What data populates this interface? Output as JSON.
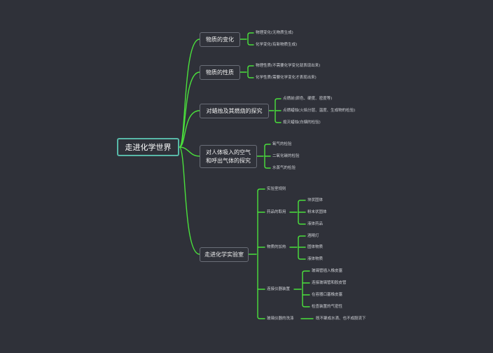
{
  "root": {
    "label": "走进化学世界"
  },
  "branches": [
    {
      "label": "物质的变化",
      "children": [
        "物理变化(无物质生成)",
        "化学变化(有新物质生成)"
      ]
    },
    {
      "label": "物质的性质",
      "children": [
        "物理性质(不需要化学变化就表现出来)",
        "化学性质(需要化学变化才表现出来)"
      ]
    },
    {
      "label": "对蜡烛及其燃烧的探究",
      "children": [
        "点燃前(颜色、硬度、密度等)",
        "点燃蜡烛(火焰分层、温度、生成物的检验)",
        "熄灭蜡烛(白烟的检验)"
      ]
    },
    {
      "label": "对人体吸入的空气\n和呼出气体的探究",
      "children": [
        "氧气的检验",
        "二氧化碳的检验",
        "水蒸气的检验"
      ]
    },
    {
      "label": "走进化学实验室",
      "groups": [
        {
          "label": "实验室规则",
          "children": []
        },
        {
          "label": "药品的取用",
          "children": [
            "块状固体",
            "粉末状固体",
            "液体药品"
          ]
        },
        {
          "label": "物质的加热",
          "children": [
            "酒精灯",
            "固体物质",
            "液体物质"
          ]
        },
        {
          "label": "连接仪器装置",
          "children": [
            "玻璃管插入橡皮塞",
            "连接玻璃管和胶皮管",
            "在容器口塞橡皮塞",
            "检查装置的气密性"
          ]
        },
        {
          "label": "玻璃仪器的洗涤",
          "children": [
            "既不聚成水滴、也不成股流下"
          ]
        }
      ]
    }
  ],
  "colors": {
    "connector": "#4ae03c",
    "root_border": "#58b8a8",
    "background": "#2f3139"
  }
}
